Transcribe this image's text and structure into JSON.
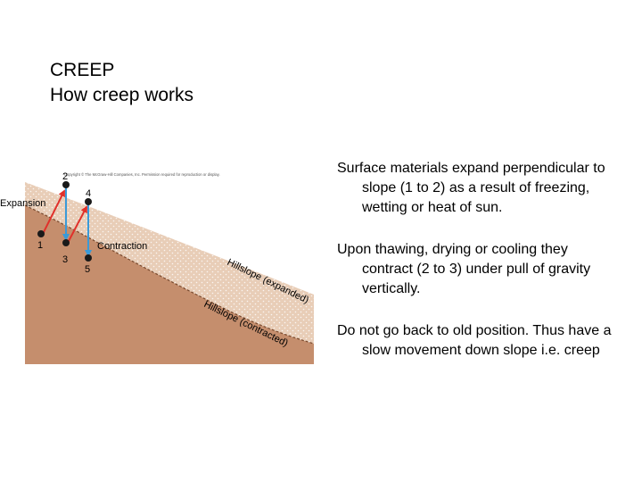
{
  "slide": {
    "title": "CREEP",
    "subtitle": "How creep works"
  },
  "figure": {
    "copyright": "Copyright © The McGraw-Hill Companies, Inc. Permission required for reproduction or display.",
    "labels": {
      "expansion": "Expansion",
      "contraction": "Contraction",
      "hillslope_expanded": "Hillslope (expanded)",
      "hillslope_contracted": "Hillslope (contracted)"
    },
    "points": [
      "1",
      "2",
      "3",
      "4",
      "5"
    ],
    "colors": {
      "soil_layer": "#e8cdb7",
      "bedrock": "#c58e6d",
      "expansion_arrow": "#e0312b",
      "contraction_arrow": "#3a9ad8"
    }
  },
  "bullets": [
    "Surface materials expand perpendicular to slope (1 to 2) as a result of freezing, wetting or heat of sun.",
    "Upon thawing, drying or cooling they contract (2 to 3) under pull of gravity vertically.",
    "Do not go back to old position. Thus have a slow movement down slope i.e. creep"
  ]
}
